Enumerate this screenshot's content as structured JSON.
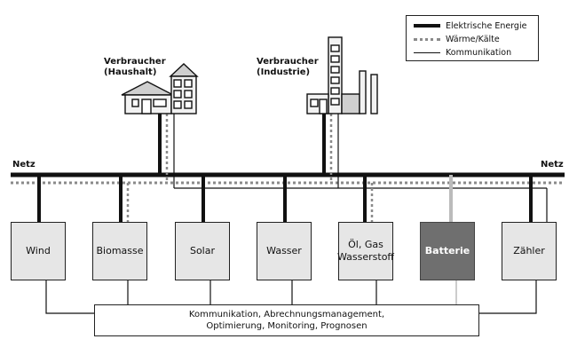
{
  "legend": {
    "items": [
      {
        "label": "Elektrische Energie",
        "style": "thick"
      },
      {
        "label": "Wärme/Kälte",
        "style": "dotted"
      },
      {
        "label": "Kommunikation",
        "style": "thin"
      }
    ]
  },
  "network": {
    "left_label": "Netz",
    "right_label": "Netz"
  },
  "consumers": {
    "household": "Verbraucher\n(Haushalt)",
    "industry": "Verbraucher\n(Industrie)"
  },
  "sources": [
    {
      "label": "Wind"
    },
    {
      "label": "Biomasse"
    },
    {
      "label": "Solar"
    },
    {
      "label": "Wasser"
    },
    {
      "label": "Öl, Gas\nWasserstoff"
    },
    {
      "label": "Batterie"
    },
    {
      "label": "Zähler"
    }
  ],
  "communication": {
    "label": "Kommunikation, Abrechnungsmanagement,\nOptimierung, Monitoring, Prognosen"
  },
  "colors": {
    "line": "#111111",
    "dotted": "#8a8a8a",
    "box_fill": "#e6e6e6",
    "battery_fill": "#6f6f6f",
    "battery_line": "#bbbbbb"
  }
}
